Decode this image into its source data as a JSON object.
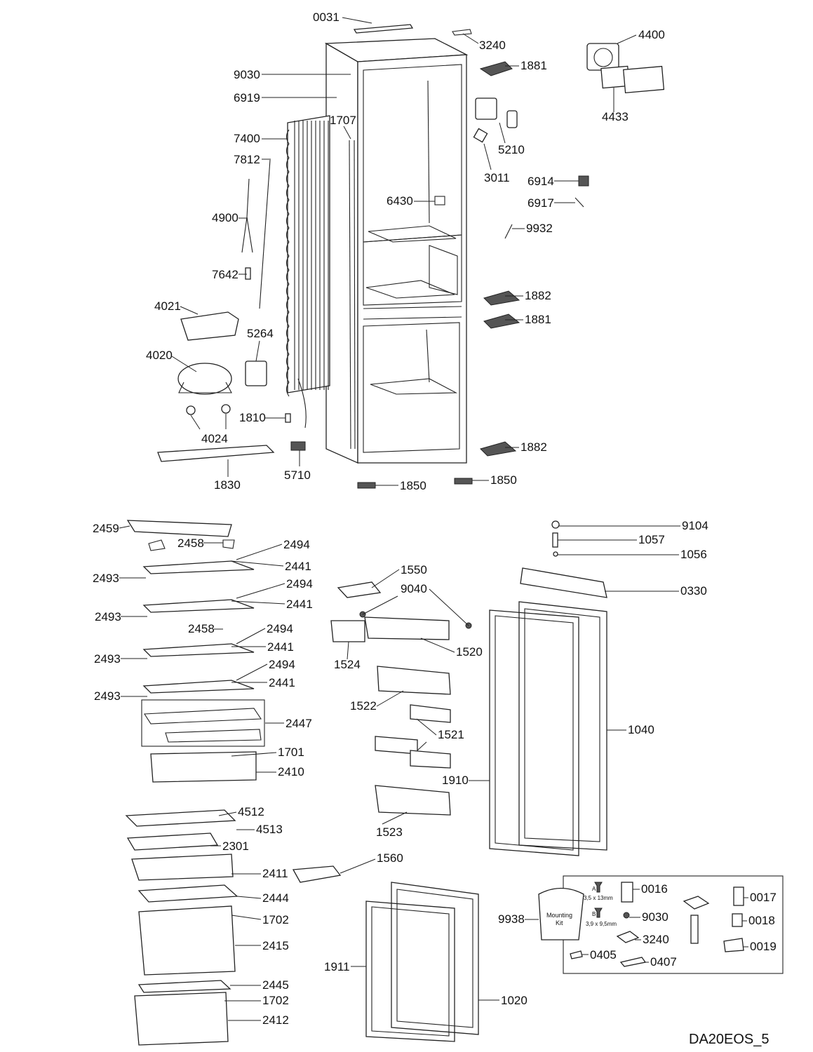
{
  "diagram_code": "DA20EOS_5",
  "mounting_kit": {
    "bag_label_1": "Mounting",
    "bag_label_2": "Kit",
    "screw_a_letter": "A",
    "screw_a_size": "3,5 x 13mm",
    "screw_b_letter": "B",
    "screw_b_size": "3,9 x 9,5mm"
  },
  "labels": {
    "p0031": "0031",
    "p3240": "3240",
    "p4400": "4400",
    "p9030": "9030",
    "p1881a": "1881",
    "p6919": "6919",
    "p1707": "1707",
    "p7400": "7400",
    "p7812": "7812",
    "p4433": "4433",
    "p5210": "5210",
    "p3011": "3011",
    "p6914": "6914",
    "p6917": "6917",
    "p6430": "6430",
    "p4900": "4900",
    "p9932": "9932",
    "p7642": "7642",
    "p1882a": "1882",
    "p1881b": "1881",
    "p4021": "4021",
    "p5264": "5264",
    "p4020": "4020",
    "p1810": "1810",
    "p4024": "4024",
    "p1882b": "1882",
    "p5710": "5710",
    "p1830": "1830",
    "p1850a": "1850",
    "p1850b": "1850",
    "p2459": "2459",
    "p2458a": "2458",
    "p2494a": "2494",
    "p2441a": "2441",
    "p2493a": "2493",
    "p2494b": "2494",
    "p2441b": "2441",
    "p2493b": "2493",
    "p2458b": "2458",
    "p2494c": "2494",
    "p2441c": "2441",
    "p2493c": "2493",
    "p2494d": "2494",
    "p2441d": "2441",
    "p2493d": "2493",
    "p2447": "2447",
    "p1701": "1701",
    "p2410": "2410",
    "p4512": "4512",
    "p4513": "4513",
    "p2301": "2301",
    "p2411": "2411",
    "p2444": "2444",
    "p1702a": "1702",
    "p2415": "2415",
    "p2445": "2445",
    "p1702b": "1702",
    "p2412": "2412",
    "p1550": "1550",
    "p9040": "9040",
    "p1524": "1524",
    "p1520": "1520",
    "p1522": "1522",
    "p1521": "1521",
    "p1910": "1910",
    "p1523": "1523",
    "p1560": "1560",
    "p1911": "1911",
    "p1020": "1020",
    "p9104": "9104",
    "p1057": "1057",
    "p1056": "1056",
    "p0330": "0330",
    "p1040": "1040",
    "p9938": "9938",
    "p0016": "0016",
    "p9030b": "9030",
    "p3240b": "3240",
    "p0405": "0405",
    "p0407": "0407",
    "p0017": "0017",
    "p0018": "0018",
    "p0019": "0019"
  }
}
